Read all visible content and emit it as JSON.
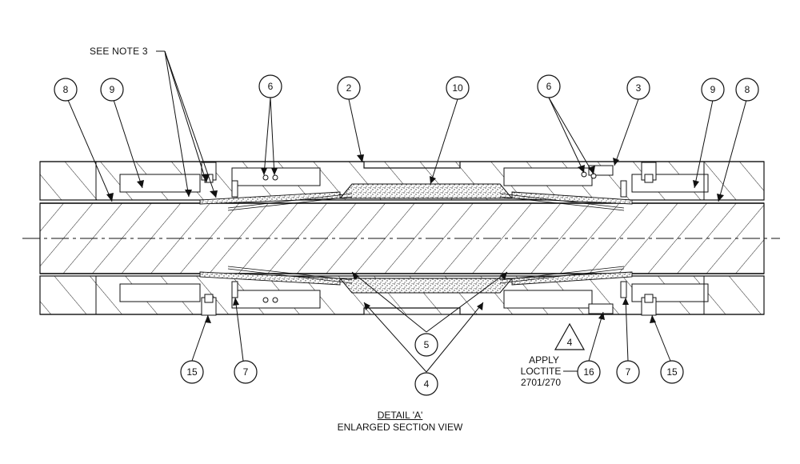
{
  "drawing": {
    "title": "DETAIL 'A'",
    "subtitle": "ENLARGED SECTION VIEW",
    "note_callout": "SEE NOTE 3",
    "apply_note": {
      "line1": "APPLY",
      "line2": "LOCTITE",
      "line3": "2701/270"
    },
    "triangle_note": "4"
  },
  "balloons": {
    "b8_left": "8",
    "b9_left": "9",
    "b6_left": "6",
    "b2": "2",
    "b10": "10",
    "b6_right": "6",
    "b3": "3",
    "b9_right": "9",
    "b8_right": "8",
    "b15_left": "15",
    "b7_left": "7",
    "b5": "5",
    "b4": "4",
    "b16": "16",
    "b7_right": "7",
    "b15_right": "15"
  }
}
